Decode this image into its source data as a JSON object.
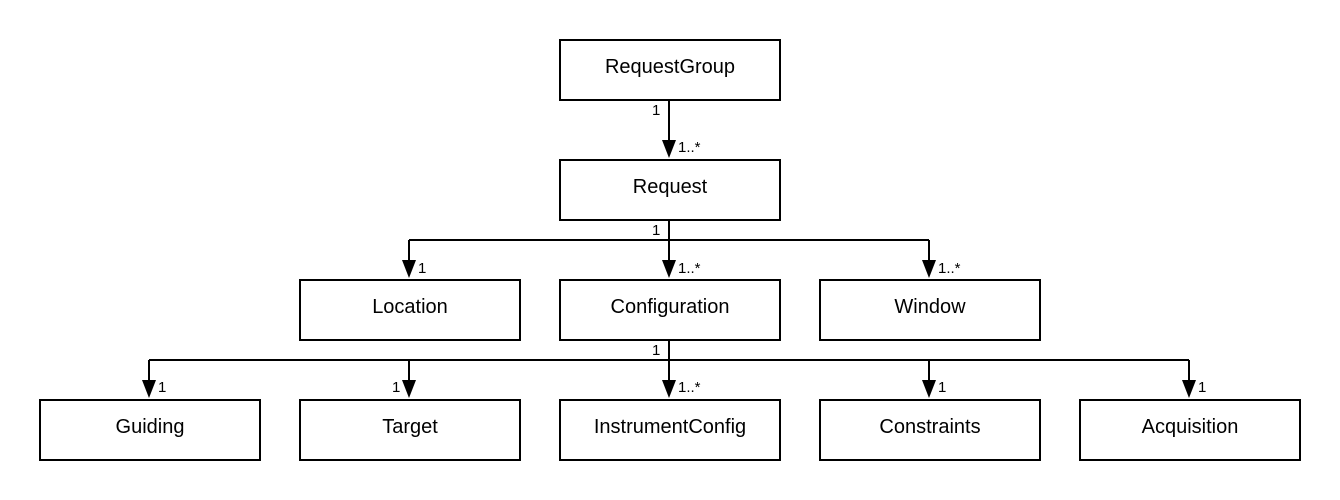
{
  "classes": {
    "request_group": "RequestGroup",
    "request": "Request",
    "location": "Location",
    "configuration": "Configuration",
    "window": "Window",
    "guiding": "Guiding",
    "target": "Target",
    "instrument_config": "InstrumentConfig",
    "constraints": "Constraints",
    "acquisition": "Acquisition"
  },
  "multiplicities": {
    "request_group_source": "1",
    "request_group_to_request": "1..*",
    "request_source": "1",
    "request_to_location": "1",
    "request_to_configuration": "1..*",
    "request_to_window": "1..*",
    "configuration_source": "1",
    "configuration_to_guiding": "1",
    "configuration_to_target": "1",
    "configuration_to_instrument_config": "1..*",
    "configuration_to_constraints": "1",
    "configuration_to_acquisition": "1"
  }
}
